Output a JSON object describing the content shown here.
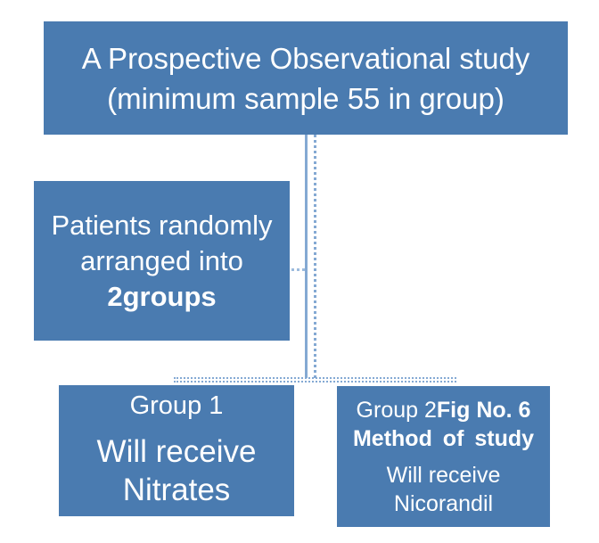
{
  "colors": {
    "box_fill": "#4a7bb0",
    "text": "#ffffff",
    "connector": "#84a9d3",
    "background": "#ffffff"
  },
  "flowchart": {
    "top_box": {
      "line1": "A Prospective Observational study",
      "line2": "(minimum sample 55 in group)"
    },
    "middle_box": {
      "line1": "Patients randomly",
      "line2": "arranged into",
      "line3_bold": "2groups"
    },
    "group1_box": {
      "title": "Group 1",
      "line2": "Will receive",
      "line3": "Nitrates"
    },
    "group2_box": {
      "title_prefix": "Group 2",
      "title_bold": "Fig No. 6",
      "caption_bold": "Method of study",
      "line3": "Will receive",
      "line4": "Nicorandil"
    }
  }
}
